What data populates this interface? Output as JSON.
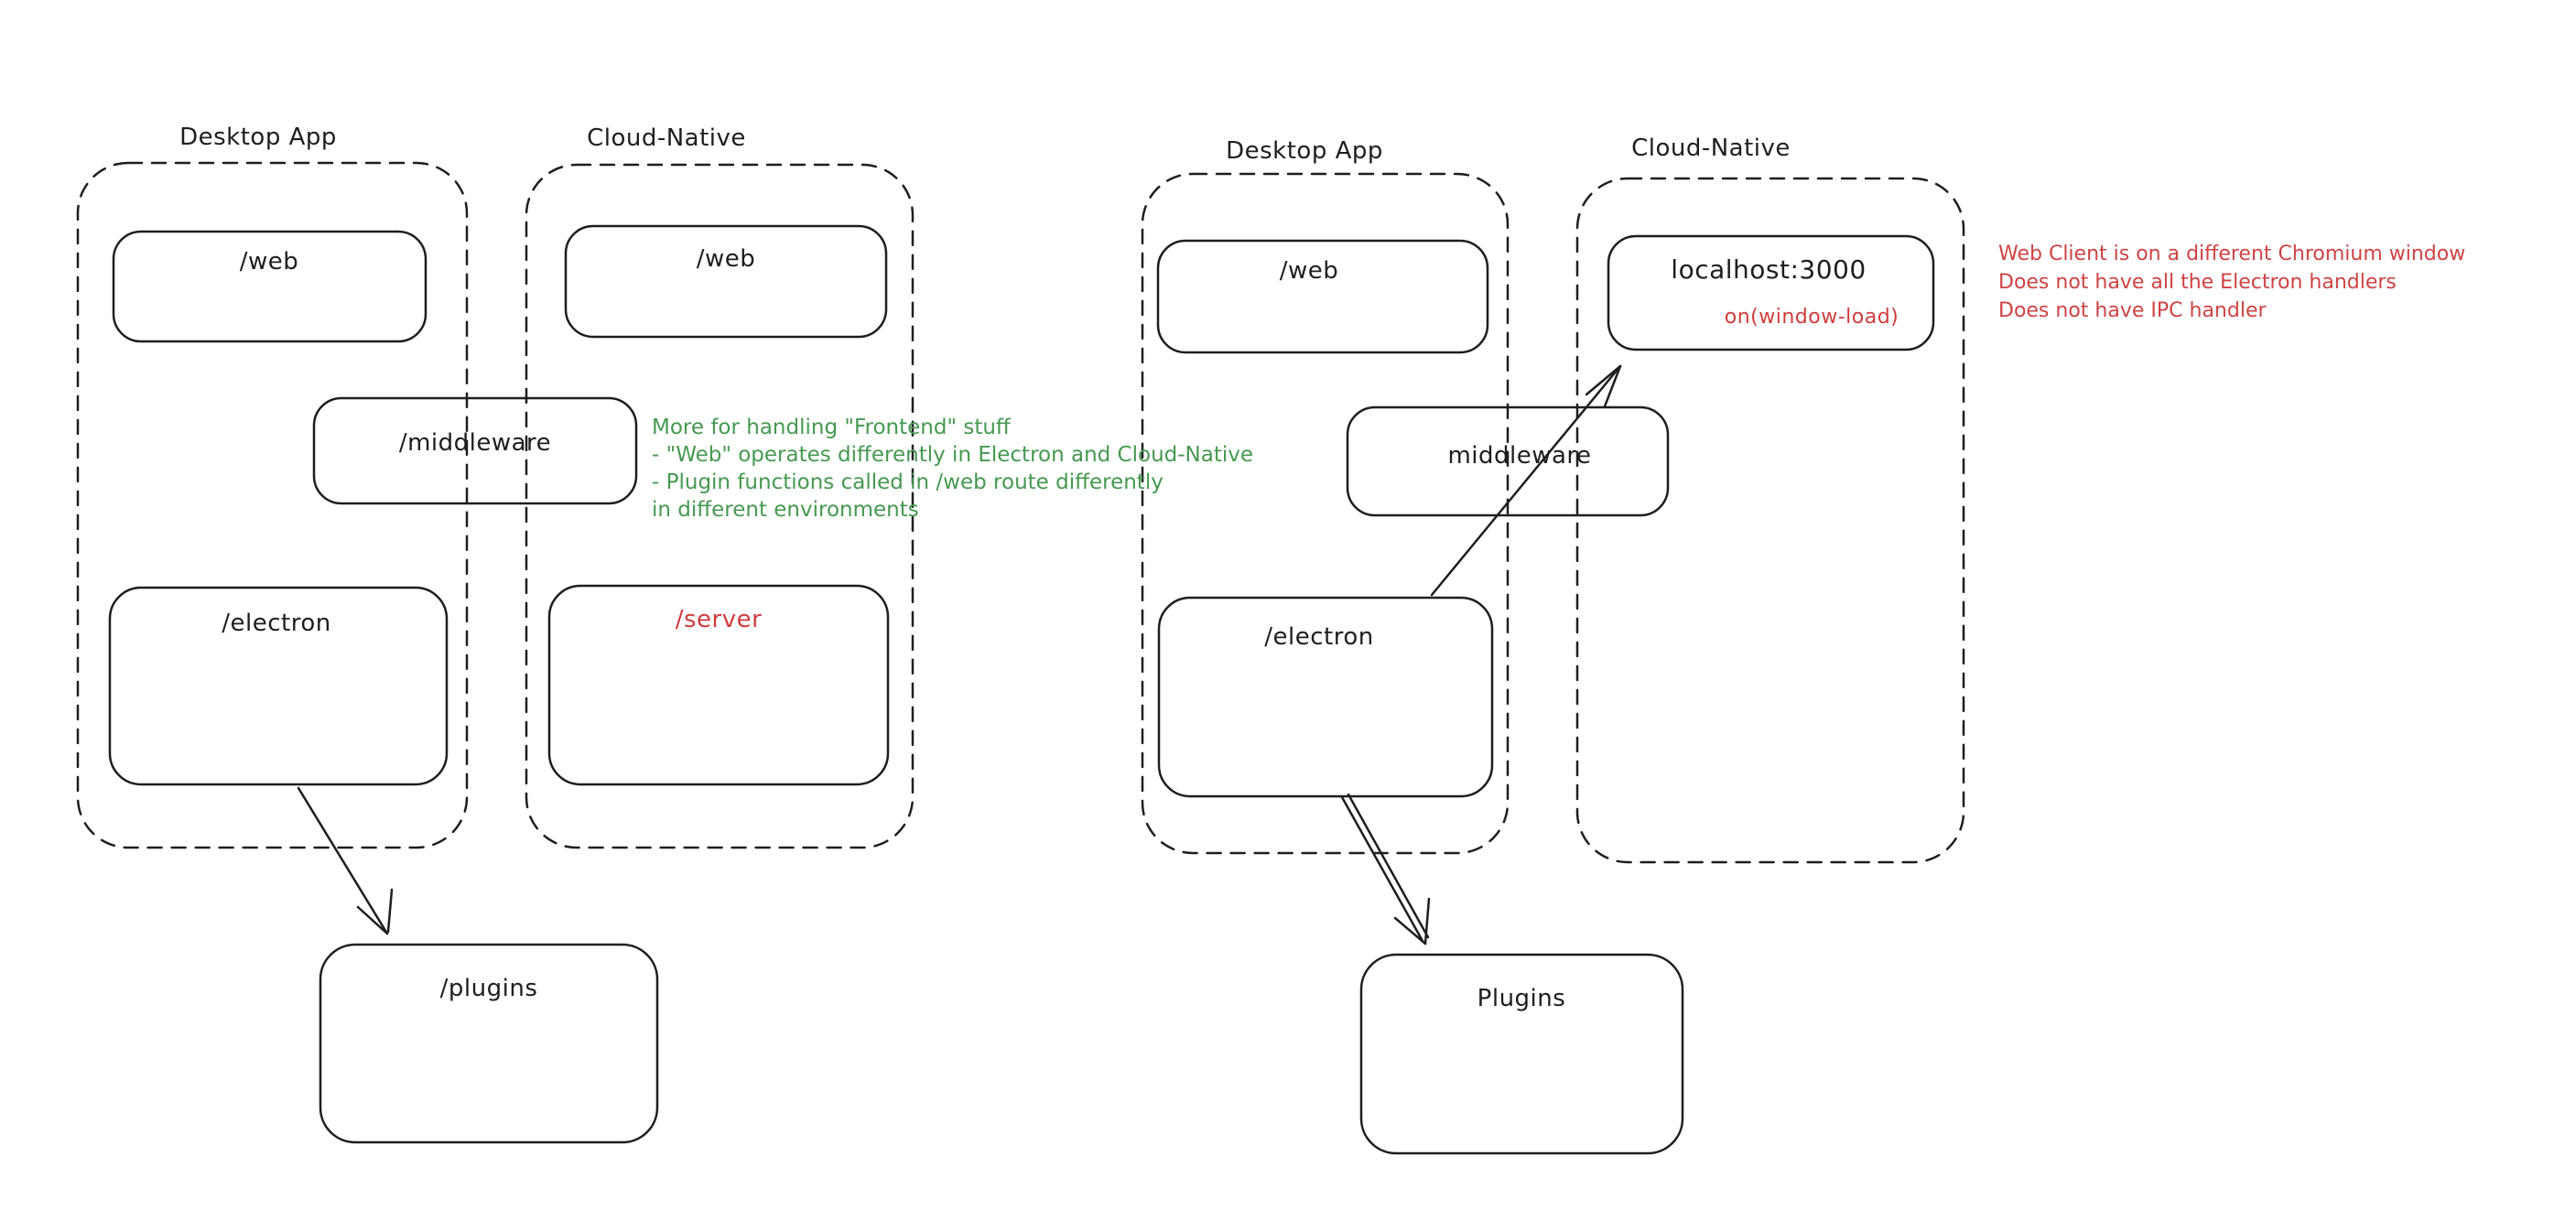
{
  "colors": {
    "ink": "#1e1e1e",
    "red": "#d03c3c",
    "green": "#459950",
    "background": "#ffffff"
  },
  "left_diagram": {
    "desktop_label": "Desktop App",
    "cloud_label": "Cloud-Native",
    "web_desktop": "/web",
    "web_cloud": "/web",
    "middleware": "/middleware",
    "electron": "/electron",
    "server": "/server",
    "plugins": "/plugins",
    "note_lines": [
      "More for handling \"Frontend\" stuff",
      "- \"Web\" operates differently in Electron and Cloud-Native",
      "- Plugin functions called in /web route differently",
      "in different environments"
    ]
  },
  "right_diagram": {
    "desktop_label": "Desktop App",
    "cloud_label": "Cloud-Native",
    "web": "/web",
    "localhost": "localhost:3000",
    "window_load": "on(window-load)",
    "middleware": "middleware",
    "electron": "/electron",
    "plugins": "Plugins",
    "note_lines": [
      "Web Client is on a different Chromium window",
      "Does not have all the Electron handlers",
      "Does not have IPC handler"
    ]
  }
}
